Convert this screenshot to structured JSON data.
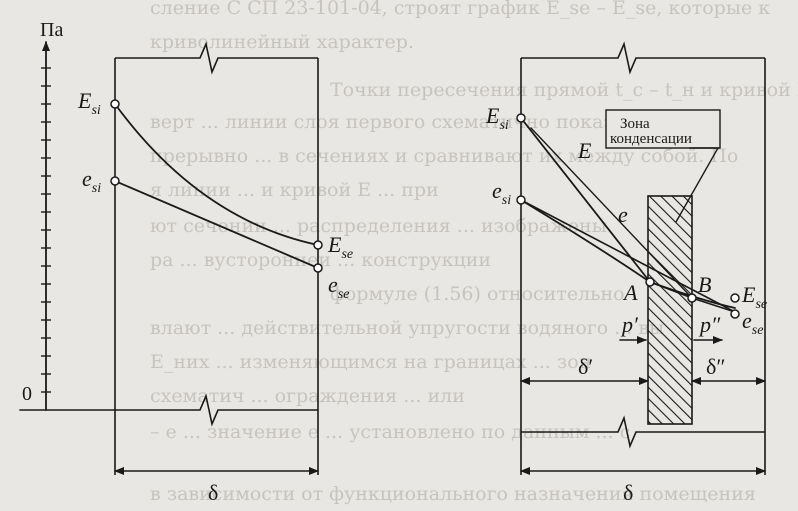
{
  "background_text": [
    "сление С СП 23-101-04, строят график E_se – E_se, которые к",
    "криволинейный характер.",
    "Точки пересечения прямой t_с – t_н и кривой E – E",
    "верт ... линии слоя первого схематично показаны в",
    "прерывно ... в сечениях и сравнивают их между собой. По",
    "я линии ... и кривой E ... при",
    "ют сечении ... распределения ... изображены",
    "ра ... вустороннеи ... конструкции",
    "формуле (1.56) относительно",
    "влают ... действительной упругости водяного ... вы",
    "E_ниx ... изменяющимся на границах ... зон",
    "схематич ... ограждения ... или",
    "– е ... значение е ... установлено по данным ... с",
    "в зависимости от функционального назначения помещения"
  ],
  "left_diagram": {
    "axis_unit": "Па",
    "origin_label": "0",
    "curve_upper_start": {
      "main": "E",
      "sub": "si"
    },
    "curve_upper_end": {
      "main": "E",
      "sub": "se"
    },
    "line_lower_start": {
      "main": "e",
      "sub": "si"
    },
    "line_lower_end": {
      "main": "e",
      "sub": "se"
    },
    "thickness_label": "δ"
  },
  "right_diagram": {
    "zone_label_line1": "Зона",
    "zone_label_line2": "конденсации",
    "E_si": {
      "main": "E",
      "sub": "si"
    },
    "e_si": {
      "main": "e",
      "sub": "si"
    },
    "E_curve": "E",
    "e_curve": "e",
    "E_se": {
      "main": "E",
      "sub": "se"
    },
    "e_se": {
      "main": "e",
      "sub": "se"
    },
    "point_A": "A",
    "point_B": "B",
    "p_prime": "p′",
    "p_double_prime": "p″",
    "delta_prime": "δ′",
    "delta_double_prime": "δ″",
    "thickness_label": "δ"
  }
}
